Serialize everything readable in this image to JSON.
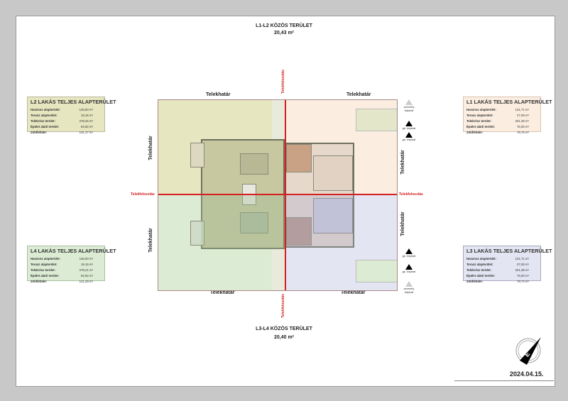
{
  "common_top": {
    "title": "L1-L2 KÖZÖS TERÜLET",
    "area": "20,43 m²"
  },
  "common_bottom": {
    "title": "L3-L4 KÖZÖS TERÜLET",
    "area": "20,40 m²"
  },
  "labels": {
    "boundary": "Telekhatár",
    "division": "Telekfelosztás"
  },
  "entrances": {
    "person": "személy bejárat",
    "car": "gk. bejárat"
  },
  "colors": {
    "l1": "#fbeee1",
    "l2": "#e6e6c0",
    "l3": "#e4e5f2",
    "l4": "#dcecd4",
    "division_line": "#d42020"
  },
  "date": "2024.04.15.",
  "north_label": "É",
  "units": [
    {
      "id": "l2",
      "title": "L2 LAKÁS TELJES ALAPTERÜLET",
      "rows": [
        {
          "k": "Hasznos alapterület:",
          "v": "146,50 m²"
        },
        {
          "k": "Terasz alapterület:",
          "v": "19,15 m²"
        },
        {
          "k": "Telekrész terület:",
          "v": "278,26 m²"
        },
        {
          "k": "Épület alatti terület:",
          "v": "84,92 m²"
        },
        {
          "k": "Zöldfelület:",
          "v": "141,17 m²"
        }
      ]
    },
    {
      "id": "l1",
      "title": "L1 LAKÁS TELJES ALAPTERÜLET",
      "rows": [
        {
          "k": "Hasznos alapterület:",
          "v": "131,71 m²"
        },
        {
          "k": "Terasz alapterület:",
          "v": "27,08 m²"
        },
        {
          "k": "Telekrész terület:",
          "v": "201,38 m²"
        },
        {
          "k": "Épület alatti terület:",
          "v": "75,06 m²"
        },
        {
          "k": "Zöldfelület:",
          "v": "79,75 m²"
        }
      ]
    },
    {
      "id": "l4",
      "title": "L4 LAKÁS TELJES ALAPTERÜLET",
      "rows": [
        {
          "k": "Hasznos alapterület:",
          "v": "146,50 m²"
        },
        {
          "k": "Terasz alapterület:",
          "v": "19,15 m²"
        },
        {
          "k": "Telekrész terület:",
          "v": "278,21 m²"
        },
        {
          "k": "Épület alatti terület:",
          "v": "84,92 m²"
        },
        {
          "k": "Zöldfelület:",
          "v": "141,29 m²"
        }
      ]
    },
    {
      "id": "l3",
      "title": "L3 LAKÁS TELJES ALAPTERÜLET",
      "rows": [
        {
          "k": "Hasznos alapterület:",
          "v": "131,71 m²"
        },
        {
          "k": "Terasz alapterület:",
          "v": "27,08 m²"
        },
        {
          "k": "Telekrész terület:",
          "v": "201,38 m²"
        },
        {
          "k": "Épület alatti terület:",
          "v": "75,06 m²"
        },
        {
          "k": "Zöldfelület:",
          "v": "79,74 m²"
        }
      ]
    }
  ]
}
